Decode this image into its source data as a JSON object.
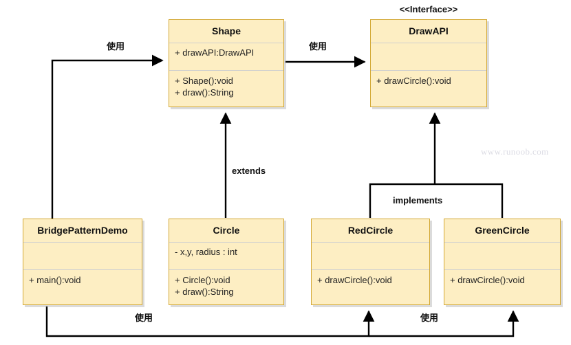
{
  "diagram": {
    "title": "Bridge Pattern UML Class Diagram",
    "watermark": "www.runoob.com",
    "background_color": "#ffffff",
    "box_fill_color": "#fdeec3",
    "box_border_color": "#d2a732",
    "divider_color": "#cfcfcf",
    "line_color": "#000000"
  },
  "classes": [
    {
      "id": "shape",
      "name": "Shape",
      "stereotype": "",
      "attributes": [
        "+ drawAPI:DrawAPI"
      ],
      "operations": [
        "+ Shape():void",
        "+ draw():String"
      ]
    },
    {
      "id": "drawapi",
      "name": "DrawAPI",
      "stereotype": "<<Interface>>",
      "attributes": [
        ""
      ],
      "operations": [
        "+ drawCircle():void"
      ]
    },
    {
      "id": "demo",
      "name": "BridgePatternDemo",
      "stereotype": "",
      "attributes": [
        ""
      ],
      "operations": [
        "+ main():void"
      ]
    },
    {
      "id": "circle",
      "name": "Circle",
      "stereotype": "",
      "attributes": [
        "- x,y, radius : int"
      ],
      "operations": [
        "+ Circle():void",
        "+ draw():String"
      ]
    },
    {
      "id": "redcircle",
      "name": "RedCircle",
      "stereotype": "",
      "attributes": [
        ""
      ],
      "operations": [
        "+ drawCircle():void"
      ]
    },
    {
      "id": "greencircle",
      "name": "GreenCircle",
      "stereotype": "",
      "attributes": [
        ""
      ],
      "operations": [
        "+ drawCircle():void"
      ]
    }
  ],
  "relations": [
    {
      "id": "demo-uses-shape",
      "label": "使用",
      "from": "BridgePatternDemo",
      "to": "Shape",
      "kind": "uses"
    },
    {
      "id": "shape-uses-drawapi",
      "label": "使用",
      "from": "Shape",
      "to": "DrawAPI",
      "kind": "uses"
    },
    {
      "id": "circle-extends-shape",
      "label": "extends",
      "from": "Circle",
      "to": "Shape",
      "kind": "extends"
    },
    {
      "id": "circles-implement-api",
      "label": "implements",
      "from": "RedCircle, GreenCircle",
      "to": "DrawAPI",
      "kind": "implements"
    },
    {
      "id": "demo-uses-redcircle",
      "label": "使用",
      "from": "BridgePatternDemo",
      "to": "RedCircle",
      "kind": "uses"
    },
    {
      "id": "demo-uses-greencircle",
      "label": "使用",
      "from": "BridgePatternDemo",
      "to": "GreenCircle",
      "kind": "uses"
    }
  ]
}
